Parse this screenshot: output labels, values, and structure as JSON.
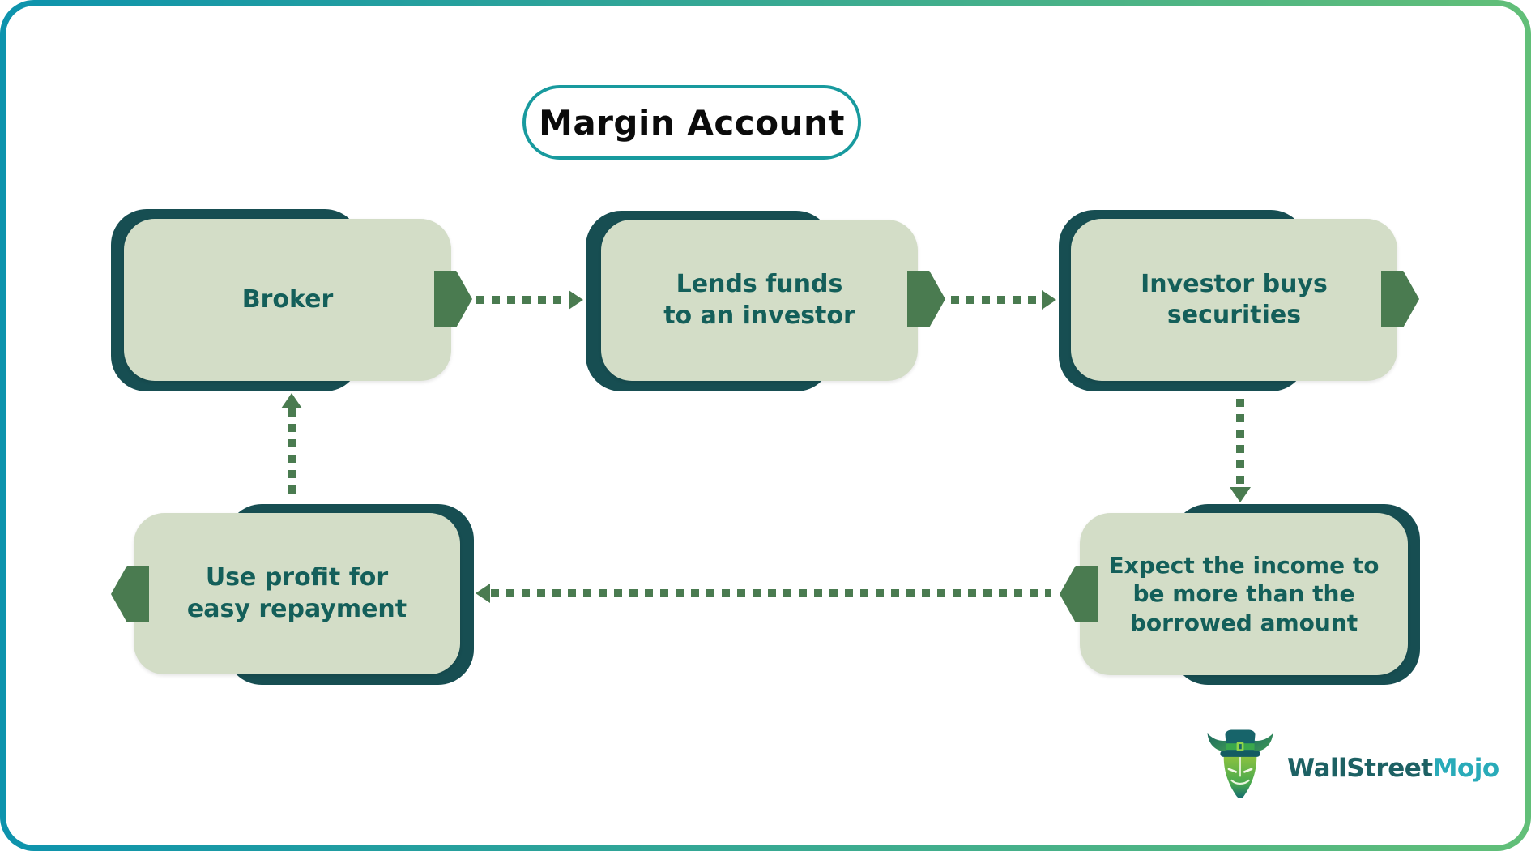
{
  "title": "Margin Account",
  "nodes": [
    {
      "id": "broker",
      "label": "Broker"
    },
    {
      "id": "lends-funds",
      "label": "Lends funds\nto an investor"
    },
    {
      "id": "investor-buys-securities",
      "label": "Investor buys\nsecurities"
    },
    {
      "id": "expect-income",
      "label": "Expect the income to\nbe more than the\nborrowed amount"
    },
    {
      "id": "use-profit",
      "label": "Use profit for\neasy repayment"
    }
  ],
  "edges": [
    {
      "from": "broker",
      "to": "lends-funds",
      "style": "dotted-arrow"
    },
    {
      "from": "lends-funds",
      "to": "investor-buys-securities",
      "style": "dotted-arrow"
    },
    {
      "from": "investor-buys-securities",
      "to": "expect-income",
      "style": "dotted-arrow"
    },
    {
      "from": "expect-income",
      "to": "use-profit",
      "style": "dotted-arrow"
    },
    {
      "from": "use-profit",
      "to": "broker",
      "style": "dotted-arrow"
    }
  ],
  "logo": {
    "brand_primary": "WallStreet",
    "brand_secondary": "Mojo"
  },
  "colors": {
    "node_back": "#174e52",
    "node_front": "#d3ddc7",
    "arrow_green": "#4a7b50",
    "node_text": "#145f5a",
    "title_border": "#189a9e",
    "title_text": "#0b0b0b",
    "frame_start": "#0d93ad",
    "frame_end": "#62bf78",
    "logo_primary": "#1d6164",
    "logo_secondary": "#29abb9"
  }
}
